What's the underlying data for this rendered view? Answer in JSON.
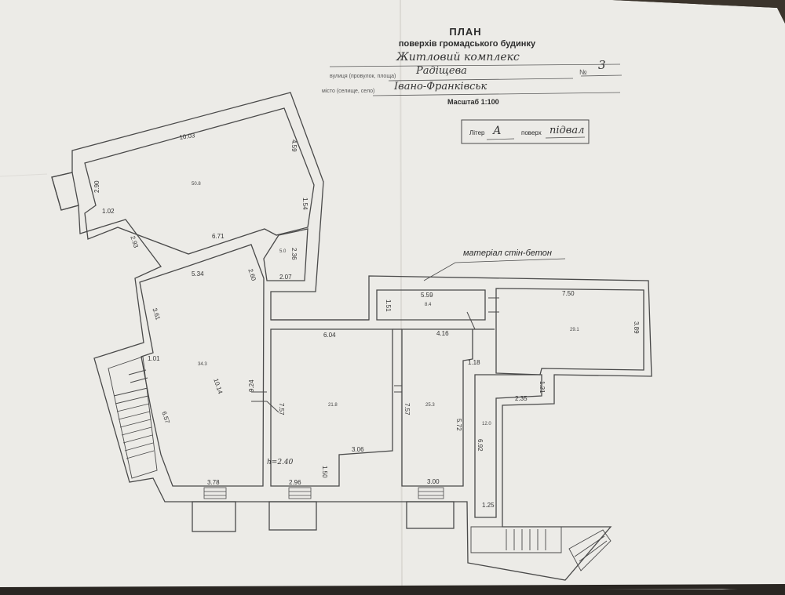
{
  "header": {
    "title": "ПЛАН",
    "subtitle": "поверхів громадського будинку",
    "line1_handwritten": "Житловий комплекс",
    "street_label": "вулиця (провулок, площа)",
    "street_value": "Радіщева",
    "number_label": "№",
    "number_value": "3",
    "city_label": "місто (селище, село)",
    "city_value": "Івано-Франківськ",
    "scale": "Масштаб 1:100",
    "litera_label": "Літер",
    "litera_value": "А",
    "floor_label": "поверх",
    "floor_value": "підвал"
  },
  "material_note": "матеріал стін-бетон",
  "dimensions": {
    "d1": "10.03",
    "d2": "4.59",
    "d3": "2.90",
    "d4": "1.02",
    "d5": "1.54",
    "d6": "2.93",
    "d7": "6.71",
    "d8": "2.36",
    "d9": "2.07",
    "d10": "5.34",
    "d11": "2.60",
    "d12": "3.61",
    "d13": "1.01",
    "d14": "10.14",
    "d15": "6.57",
    "d16": "3.78",
    "d17": "9.24",
    "d18": "6.04",
    "d19": "7.57",
    "d20": "3.06",
    "d21": "1.50",
    "d22": "2.96",
    "d23": "5.59",
    "d24": "1.51",
    "d25": "4.16",
    "d26": "7.57",
    "d27": "5.72",
    "d28": "3.00",
    "d29": "1.18",
    "d30": "7.50",
    "d31": "3.89",
    "d32": "2.35",
    "d33": "1.21",
    "d34": "6.92",
    "d35": "1.25",
    "hatch": "h=2.40"
  },
  "rooms": {
    "r1": "50.8",
    "r2": "34.3",
    "r3": "21.8",
    "r4": "25.3",
    "r5": "5.0",
    "r6": "8.4",
    "r7": "29.1",
    "r8": "12.0"
  },
  "colors": {
    "paper": "#ecebe7",
    "ink": "#4a4a4a",
    "wall": "#f4f4f2",
    "background": "#2a2622"
  }
}
